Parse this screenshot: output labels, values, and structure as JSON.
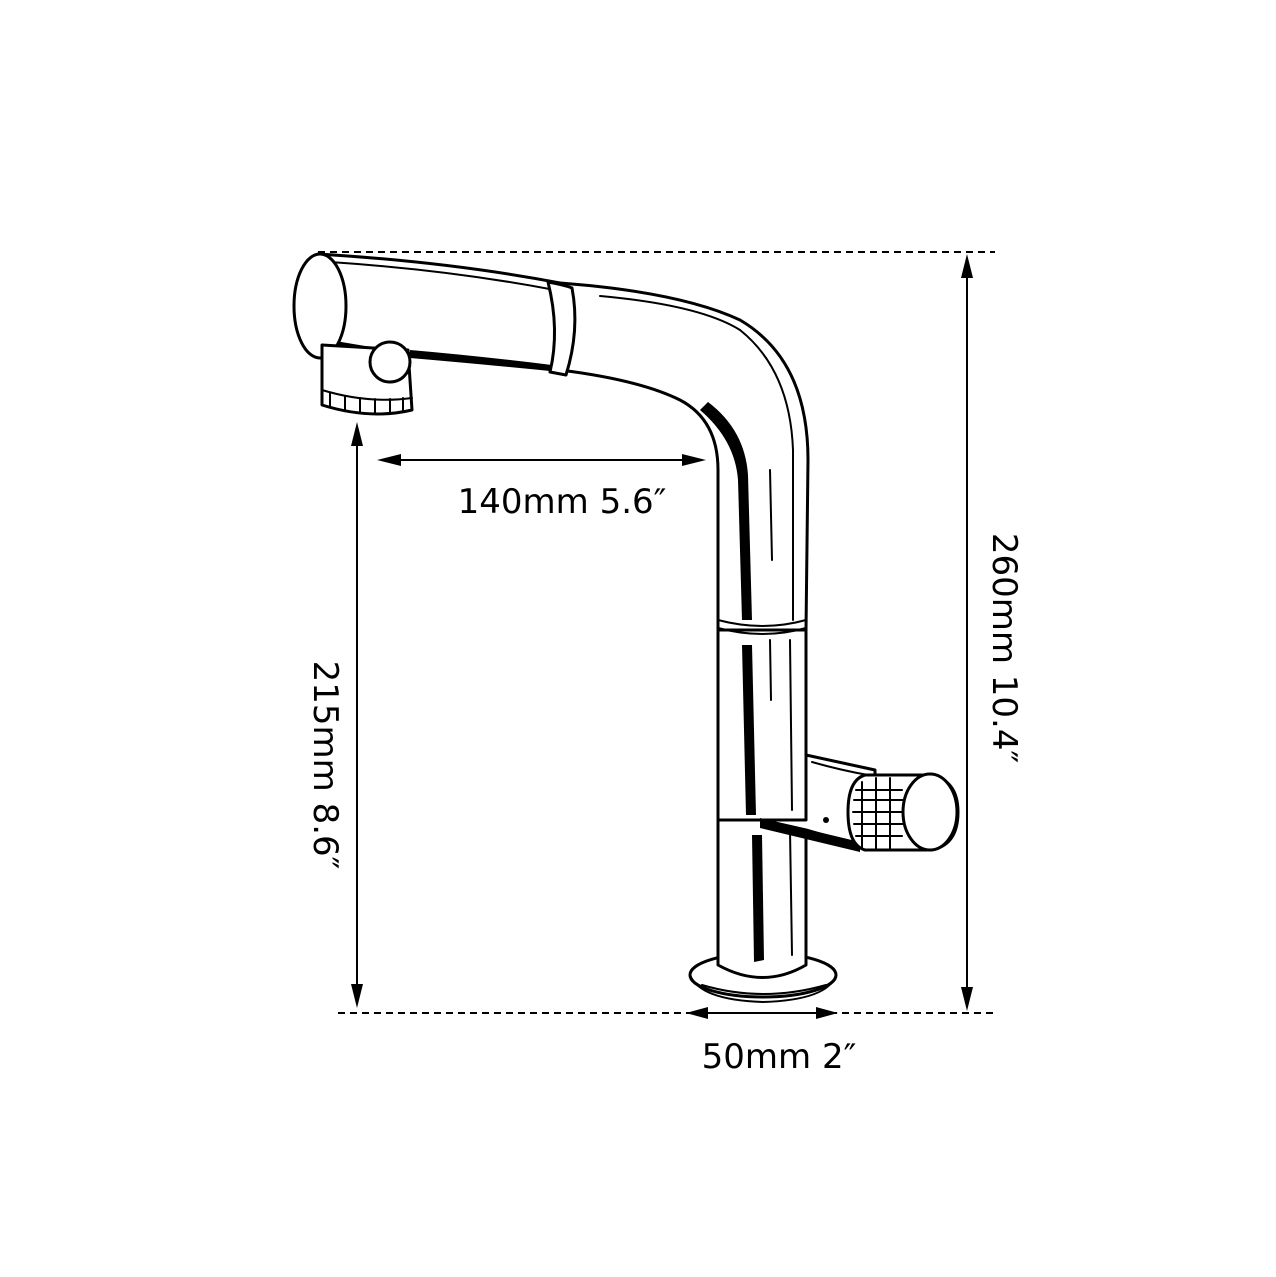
{
  "product": "pull-out kitchen faucet",
  "dimensions": {
    "total_height": "260mm 10.4″",
    "spout_height": "215mm 8.6″",
    "spout_reach": "140mm 5.6″",
    "base_diameter": "50mm 2″"
  },
  "colors": {
    "line": "#000000",
    "background": "#ffffff"
  }
}
